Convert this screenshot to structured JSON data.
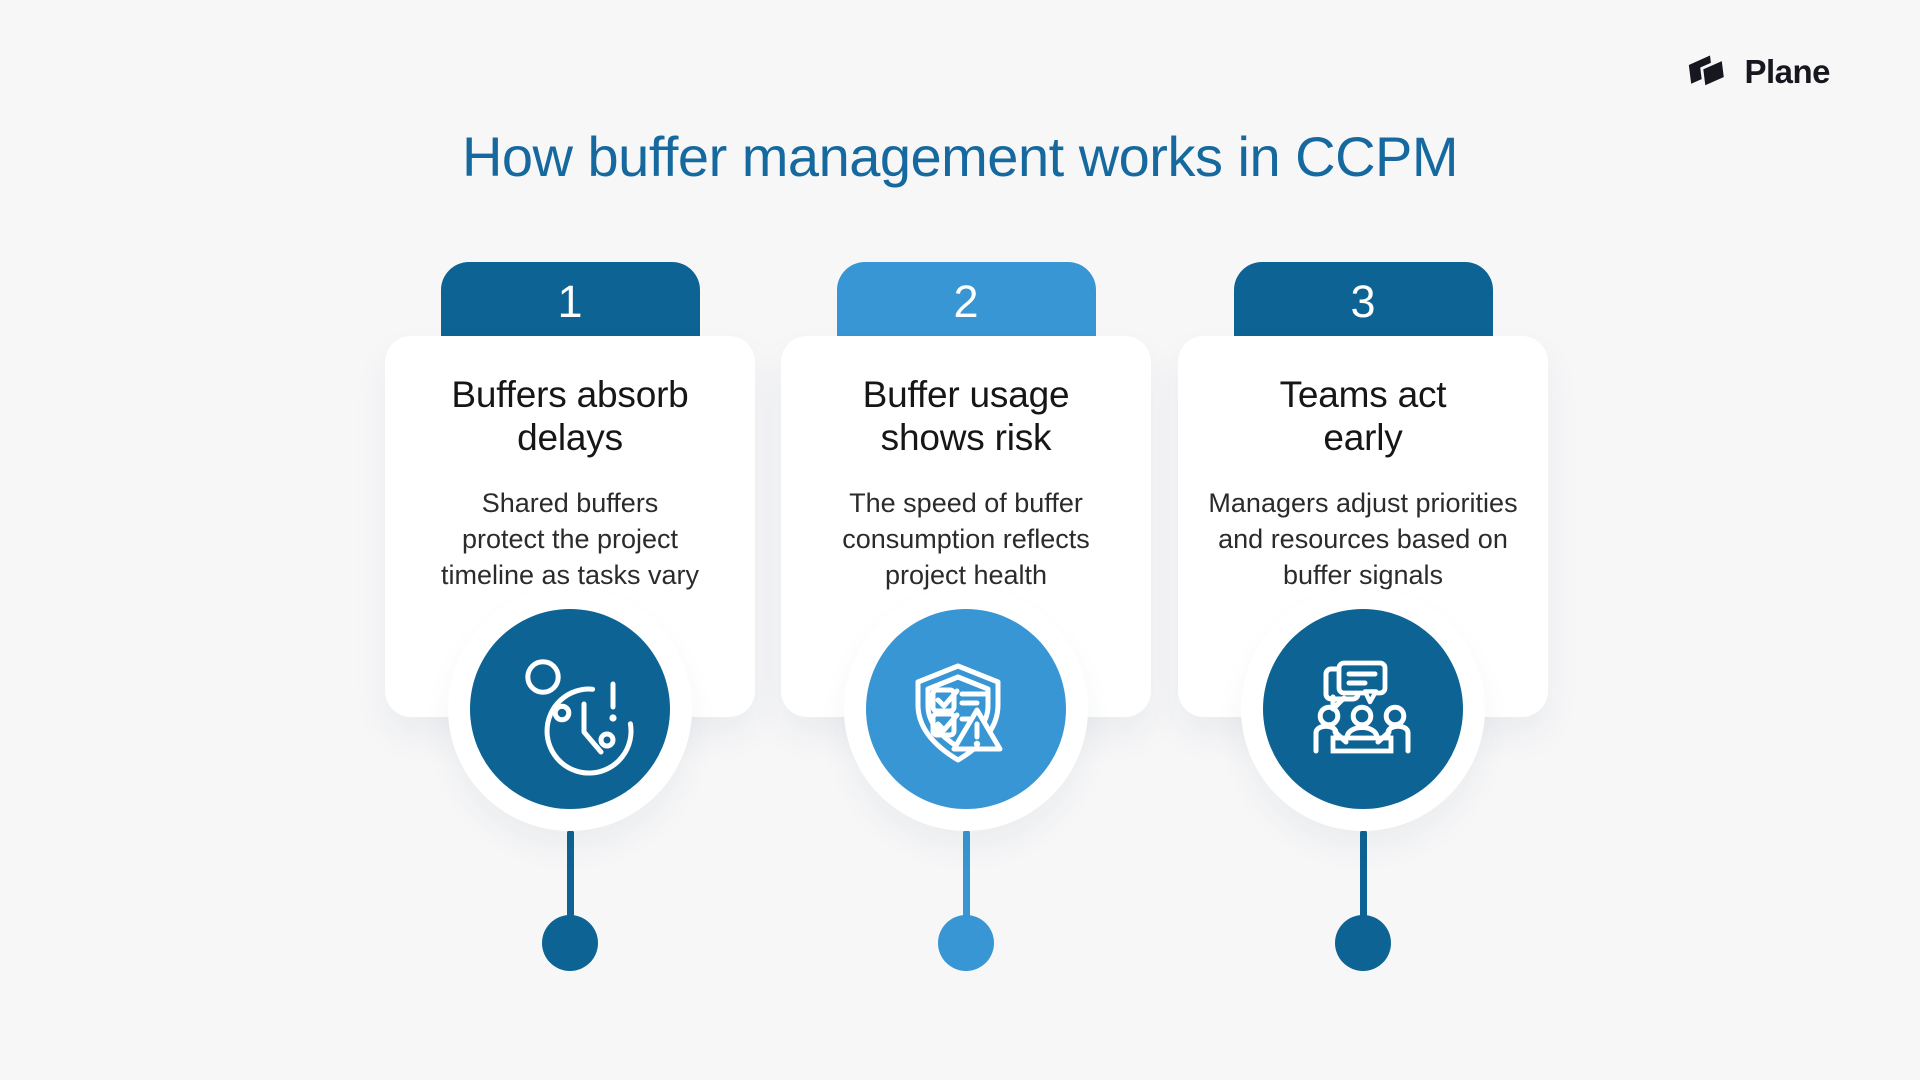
{
  "page": {
    "title": "How buffer management works in CCPM"
  },
  "brand": {
    "name": "Plane",
    "logo_icon": "plane-logo-icon"
  },
  "colors": {
    "background": "#F7F7F8",
    "dark_blue": "#0D6394",
    "light_blue": "#3796D3",
    "title_blue": "#16699E",
    "card_white": "#FFFFFF",
    "text_dark": "#161616",
    "logo_text": "#17171F"
  },
  "cards": [
    {
      "number": "1",
      "accent": "dark",
      "title": "Buffers absorb delays",
      "title_lines": [
        "Buffers absorb",
        "delays"
      ],
      "description": "Shared buffers protect the project timeline as tasks vary",
      "description_lines": [
        "Shared buffers",
        "protect the project",
        "timeline as tasks vary"
      ],
      "icon": "clock-delay-icon"
    },
    {
      "number": "2",
      "accent": "light",
      "title": "Buffer usage shows risk",
      "title_lines": [
        "Buffer usage",
        "shows risk"
      ],
      "description": "The speed of buffer consumption reflects project health",
      "description_lines": [
        "The speed of buffer",
        "consumption reflects",
        "project health"
      ],
      "icon": "shield-risk-icon"
    },
    {
      "number": "3",
      "accent": "dark",
      "title": "Teams act early",
      "title_lines": [
        "Teams act",
        "early"
      ],
      "description": "Managers adjust priorities and resources based on buffer signals",
      "description_lines": [
        "Managers adjust priorities",
        "and resources based on",
        "buffer signals"
      ],
      "icon": "team-meeting-icon"
    }
  ]
}
